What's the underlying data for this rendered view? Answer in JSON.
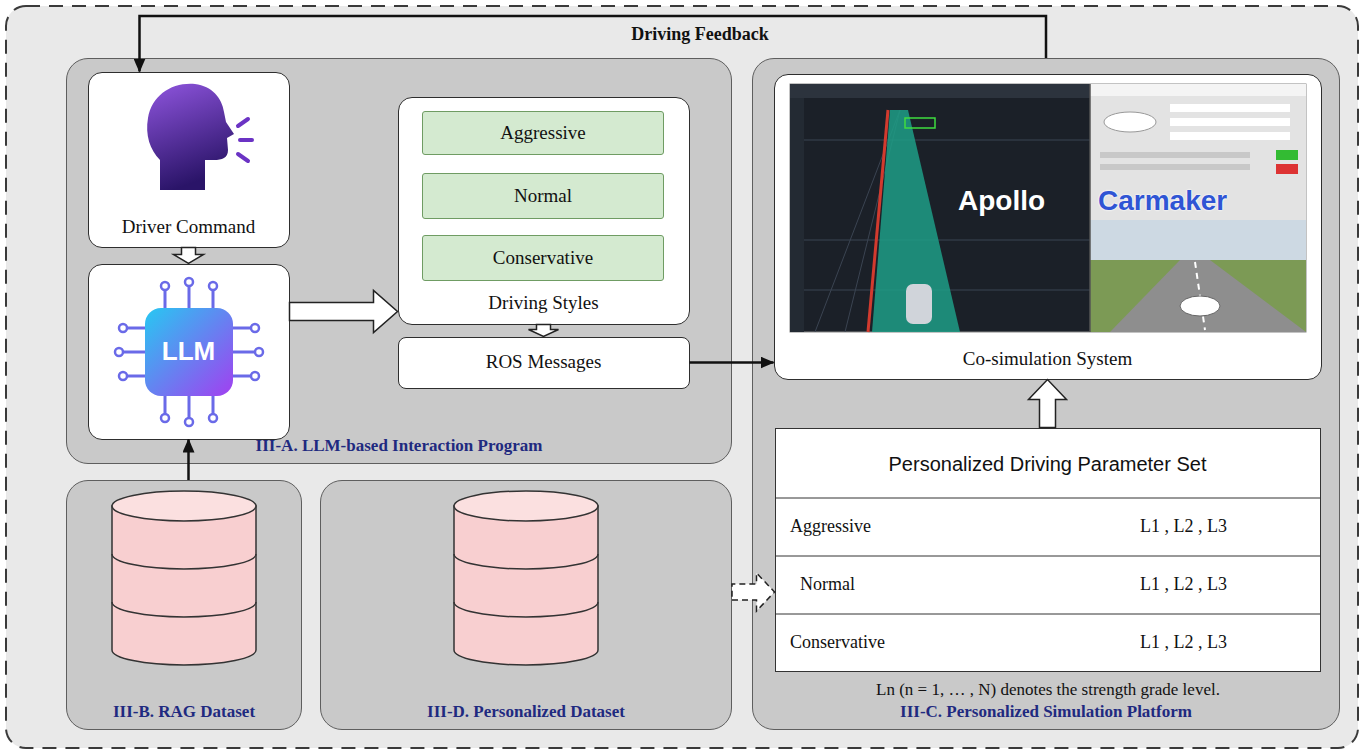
{
  "diagram": {
    "nodes": [
      {
        "text": [
          "III-A. LLM-based Interaction Program"
        ]
      },
      {
        "text": [
          "Driver Command"
        ],
        "in": 0
      },
      {
        "text": [
          "LLM"
        ],
        "in": 0
      },
      {
        "text": [
          "Driving Styles"
        ],
        "in": 0
      },
      {
        "text": [
          "Aggressive"
        ],
        "in": 3
      },
      {
        "text": [
          "Normal"
        ],
        "in": 3
      },
      {
        "text": [
          "Conservative"
        ],
        "in": 3
      },
      {
        "text": [
          "ROS Messages"
        ],
        "in": 0
      },
      {
        "text": [
          "III-C. Personalized Simulation Platform"
        ]
      },
      {
        "text": [
          "Co-simulation System"
        ],
        "in": 8
      },
      {
        "text": [
          "Personalized Driving Parameter Set"
        ],
        "in": 8
      },
      {
        "text": [
          "III-B. RAG Dataset"
        ]
      },
      {
        "text": [
          "III-D. Personalized Dataset"
        ]
      }
    ],
    "edges": [
      {
        "from": 1,
        "to": 2,
        "arrow": "to"
      },
      {
        "from": 2,
        "to": 3,
        "arrow": "to"
      },
      {
        "from": 3,
        "to": 7,
        "arrow": "to"
      },
      {
        "from": 7,
        "to": 9,
        "arrow": "to"
      },
      {
        "from": 11,
        "to": 2,
        "arrow": "to"
      },
      {
        "from": 12,
        "to": 10,
        "arrow": "to"
      },
      {
        "from": 10,
        "to": 9,
        "arrow": "to"
      },
      {
        "from": 8,
        "to": 1,
        "label": "Driving Feedback",
        "arrow": "to"
      }
    ],
    "labels": [
      "Apollo",
      "Carmaker",
      "Aggressive",
      "L1 , L2 , L3",
      "Normal",
      "L1 , L2 , L3",
      "Conservative",
      "L1 , L2 , L3",
      "Ln (n = 1, … , N) denotes the strength grade level."
    ]
  }
}
